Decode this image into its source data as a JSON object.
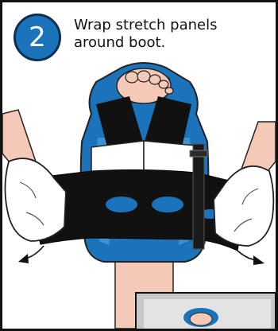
{
  "step": {
    "number": "2",
    "instruction_lines": [
      "Wrap stretch panels",
      "around boot."
    ]
  },
  "colors": {
    "boot_blue": "#1b74bb",
    "panel_black": "#111111",
    "glove_white": "#ffffff",
    "skin": "#f5c9b8",
    "badge_border": "#0d2f52"
  },
  "icons": [
    "foot-icon",
    "glove-icon",
    "arrow-icon",
    "strap-icon"
  ]
}
